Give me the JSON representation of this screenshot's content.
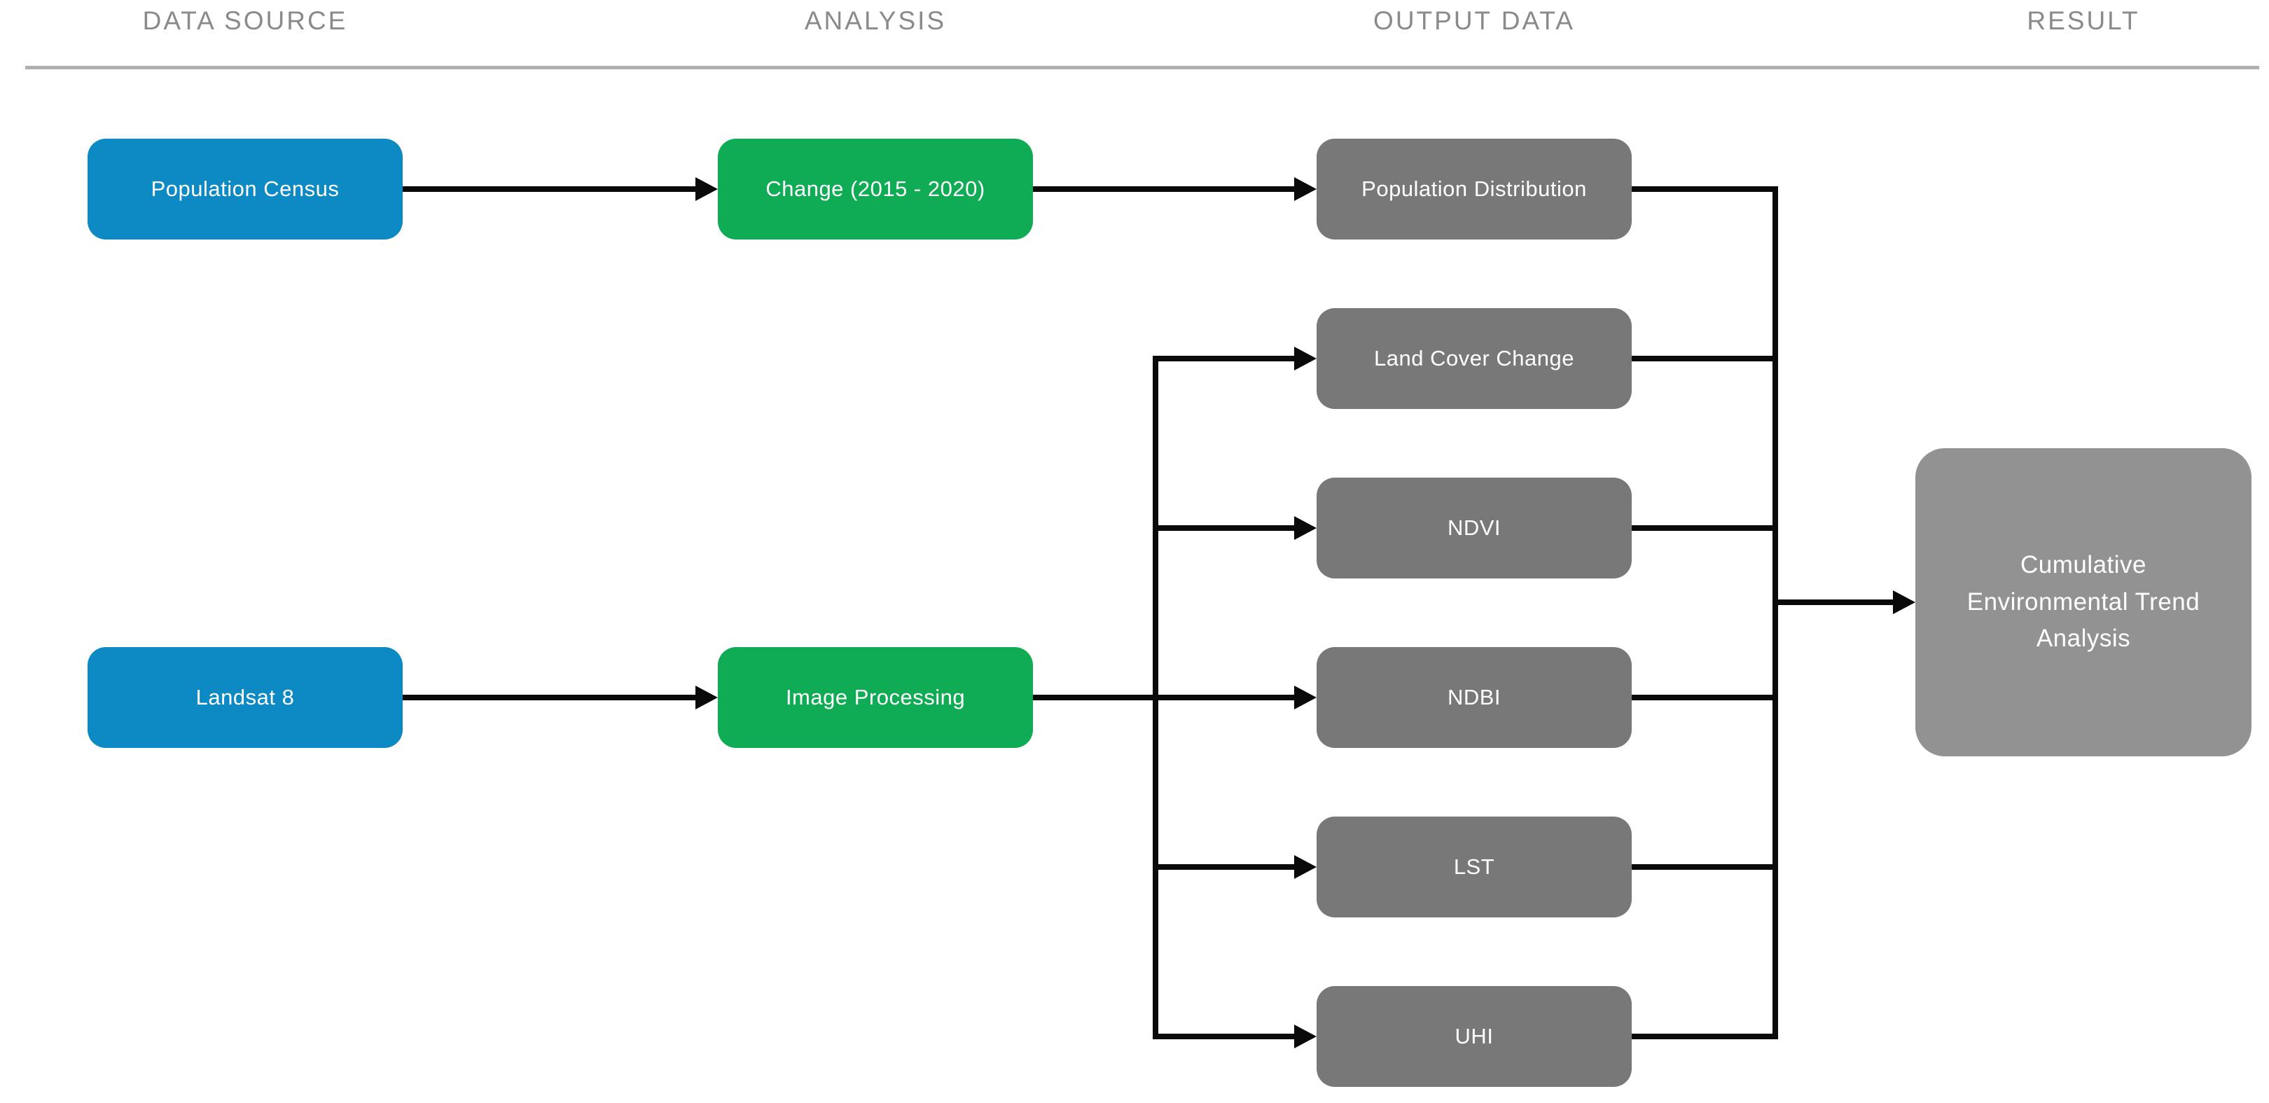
{
  "columns": {
    "data_source": {
      "header": "DATA SOURCE"
    },
    "analysis": {
      "header": "ANALYSIS"
    },
    "output_data": {
      "header": "OUTPUT DATA"
    },
    "result": {
      "header": "RESULT"
    }
  },
  "nodes": {
    "population_census": {
      "label": "Population Census",
      "column": "DATA SOURCE"
    },
    "landsat8": {
      "label": "Landsat 8",
      "column": "DATA SOURCE"
    },
    "change_2015_2020": {
      "label": "Change (2015 - 2020)",
      "column": "ANALYSIS"
    },
    "image_processing": {
      "label": "Image Processing",
      "column": "ANALYSIS"
    },
    "population_distribution": {
      "label": "Population Distribution",
      "column": "OUTPUT DATA"
    },
    "land_cover_change": {
      "label": "Land Cover Change",
      "column": "OUTPUT DATA"
    },
    "ndvi": {
      "label": "NDVI",
      "column": "OUTPUT DATA"
    },
    "ndbi": {
      "label": "NDBI",
      "column": "OUTPUT DATA"
    },
    "lst": {
      "label": "LST",
      "column": "OUTPUT DATA"
    },
    "uhi": {
      "label": "UHI",
      "column": "OUTPUT DATA"
    },
    "cumulative": {
      "label": "Cumulative Environmental Trend Analysis",
      "column": "RESULT"
    }
  },
  "edges": [
    {
      "from": "Population Census",
      "to": "Change (2015 - 2020)"
    },
    {
      "from": "Landsat 8",
      "to": "Image Processing"
    },
    {
      "from": "Change (2015 - 2020)",
      "to": "Population Distribution"
    },
    {
      "from": "Image Processing",
      "to": "Land Cover Change"
    },
    {
      "from": "Image Processing",
      "to": "NDVI"
    },
    {
      "from": "Image Processing",
      "to": "NDBI"
    },
    {
      "from": "Image Processing",
      "to": "LST"
    },
    {
      "from": "Image Processing",
      "to": "UHI"
    },
    {
      "from": "Population Distribution",
      "to": "Cumulative Environmental Trend Analysis"
    },
    {
      "from": "Land Cover Change",
      "to": "Cumulative Environmental Trend Analysis"
    },
    {
      "from": "NDVI",
      "to": "Cumulative Environmental Trend Analysis"
    },
    {
      "from": "NDBI",
      "to": "Cumulative Environmental Trend Analysis"
    },
    {
      "from": "LST",
      "to": "Cumulative Environmental Trend Analysis"
    },
    {
      "from": "UHI",
      "to": "Cumulative Environmental Trend Analysis"
    }
  ],
  "colors": {
    "blue": "#0d89c3",
    "green": "#10ab55",
    "gray": "#787878",
    "lightgray": "#929292",
    "line": "#0a0a0a",
    "header": "#8a8a8a",
    "rule": "#b0b0b0"
  }
}
